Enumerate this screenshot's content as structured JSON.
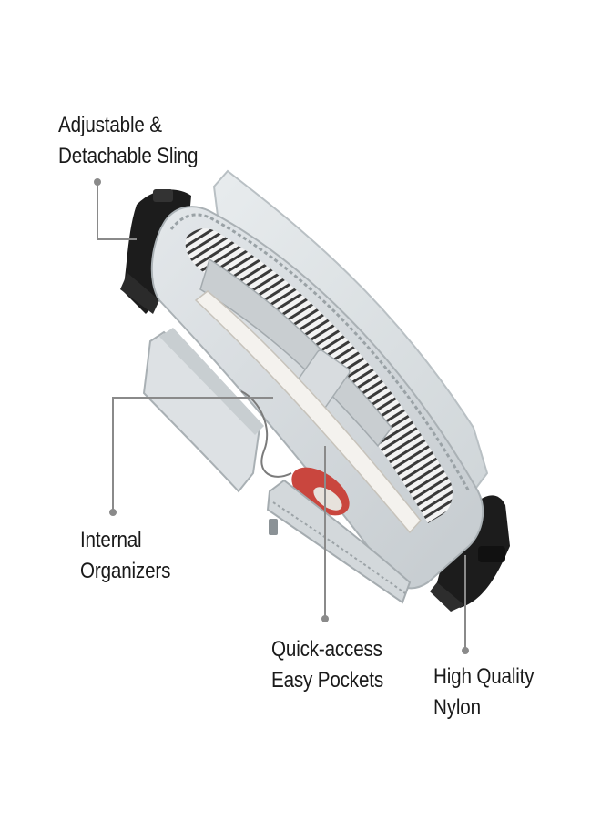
{
  "callouts": {
    "sling": {
      "line1": "Adjustable &",
      "line2": "Detachable Sling"
    },
    "organizers": {
      "line1": "Internal",
      "line2": "Organizers"
    },
    "pockets": {
      "line1": "Quick-access",
      "line2": "Easy Pockets"
    },
    "nylon": {
      "line1": "High Quality",
      "line2": "Nylon"
    }
  },
  "colors": {
    "bag_body": "#d4d9dc",
    "bag_shadow": "#b4babd",
    "strap": "#1c1c1c",
    "lining_stripe": "#3a3a3a",
    "callout_line": "#8a8a8a",
    "text": "#1a1a1a"
  }
}
